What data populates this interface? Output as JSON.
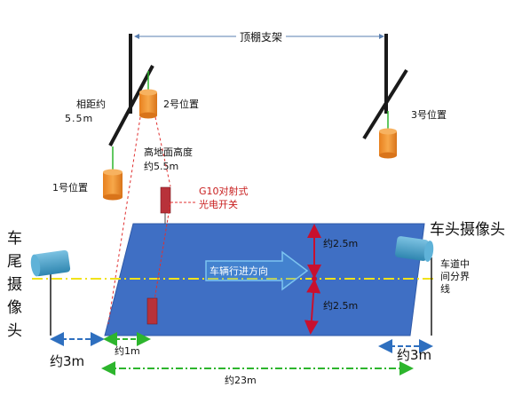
{
  "labels": {
    "ceiling_support": "顶棚支架",
    "distance_label": "相距约",
    "distance_value": "5.5m",
    "position_2": "2号位置",
    "position_3": "3号位置",
    "position_1": "1号位置",
    "height_label": "高地面高度",
    "height_value": "约5.5m",
    "sensor_line1": "G10对射式",
    "sensor_line2": "光电开关",
    "front_camera": "车头摄像头",
    "rear_camera_chars": [
      "车",
      "尾",
      "摄",
      "像",
      "头"
    ],
    "driving_direction": "车辆行进方向",
    "width_top": "约2.5m",
    "width_bottom": "约2.5m",
    "divider_line1": "车道中",
    "divider_line2": "间分界",
    "divider_line3": "线",
    "dist_left_3m": "约3m",
    "dist_1m": "约1m",
    "dist_right_3m": "约3m",
    "dist_23m": "约23m"
  },
  "colors": {
    "lane": "#3f6fc4",
    "lane_stroke": "#2f5aa8",
    "camera": "#4a9dc4",
    "cylinder": "#f0922e",
    "cylinder_dark": "#d97a1c",
    "sensor_red": "#b8323a",
    "pole": "#1a1a1a",
    "green_arrow": "#2db52d",
    "blue_arrow": "#2e6fbf",
    "dim_red": "#c8102e",
    "divider_yellow": "#f1e21a",
    "direction_arrow": "#4aa6e6",
    "annotation_red": "#e03030"
  }
}
